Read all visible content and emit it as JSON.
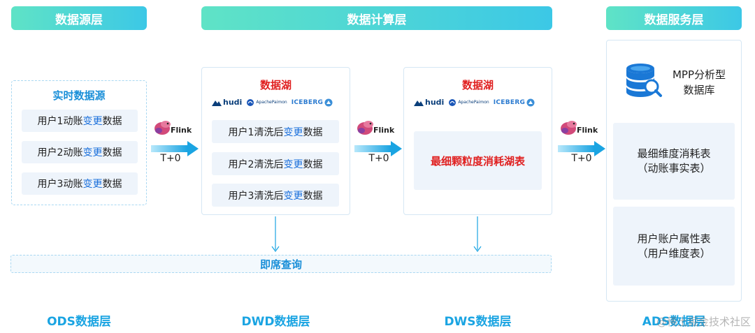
{
  "headers": {
    "source": "数据源层",
    "compute": "数据计算层",
    "service": "数据服务层"
  },
  "source": {
    "title": "实时数据源",
    "items": [
      {
        "prefix": "用户1动账",
        "hl": "变更",
        "suffix": "数据"
      },
      {
        "prefix": "用户2动账",
        "hl": "变更",
        "suffix": "数据"
      },
      {
        "prefix": "用户3动账",
        "hl": "变更",
        "suffix": "数据"
      }
    ]
  },
  "dwd": {
    "title": "数据湖",
    "items": [
      {
        "prefix": "用户1清洗后",
        "hl": "变更",
        "suffix": "数据"
      },
      {
        "prefix": "用户2清洗后",
        "hl": "变更",
        "suffix": "数据"
      },
      {
        "prefix": "用户3清洗后",
        "hl": "变更",
        "suffix": "数据"
      }
    ]
  },
  "dws": {
    "title": "数据湖",
    "table": "最细颗粒度消耗湖表"
  },
  "logos": {
    "hudi": "hudi",
    "paimon": "ApachePaimon",
    "iceberg": "ICEBERG"
  },
  "arrows": {
    "flink": "Flink",
    "label": "T+0"
  },
  "query": "即席查询",
  "ads": {
    "db_line1": "MPP分析型",
    "db_line2": "数据库",
    "card1_line1": "最细维度消耗表",
    "card1_line2": "（动账事实表）",
    "card2_line1": "用户账户属性表",
    "card2_line2": "（用户维度表）"
  },
  "layers": {
    "ods": "ODS数据层",
    "dwd": "DWD数据层",
    "dws": "DWS数据层",
    "ads": "ADS数据层"
  },
  "watermark": "@稀土掘金技术社区",
  "colors": {
    "header_gradient_start": "#5fe3c6",
    "header_gradient_end": "#3cc8e6",
    "highlight_blue": "#1a6fdb",
    "title_red": "#e02020",
    "layer_blue": "#1aa4e2"
  }
}
